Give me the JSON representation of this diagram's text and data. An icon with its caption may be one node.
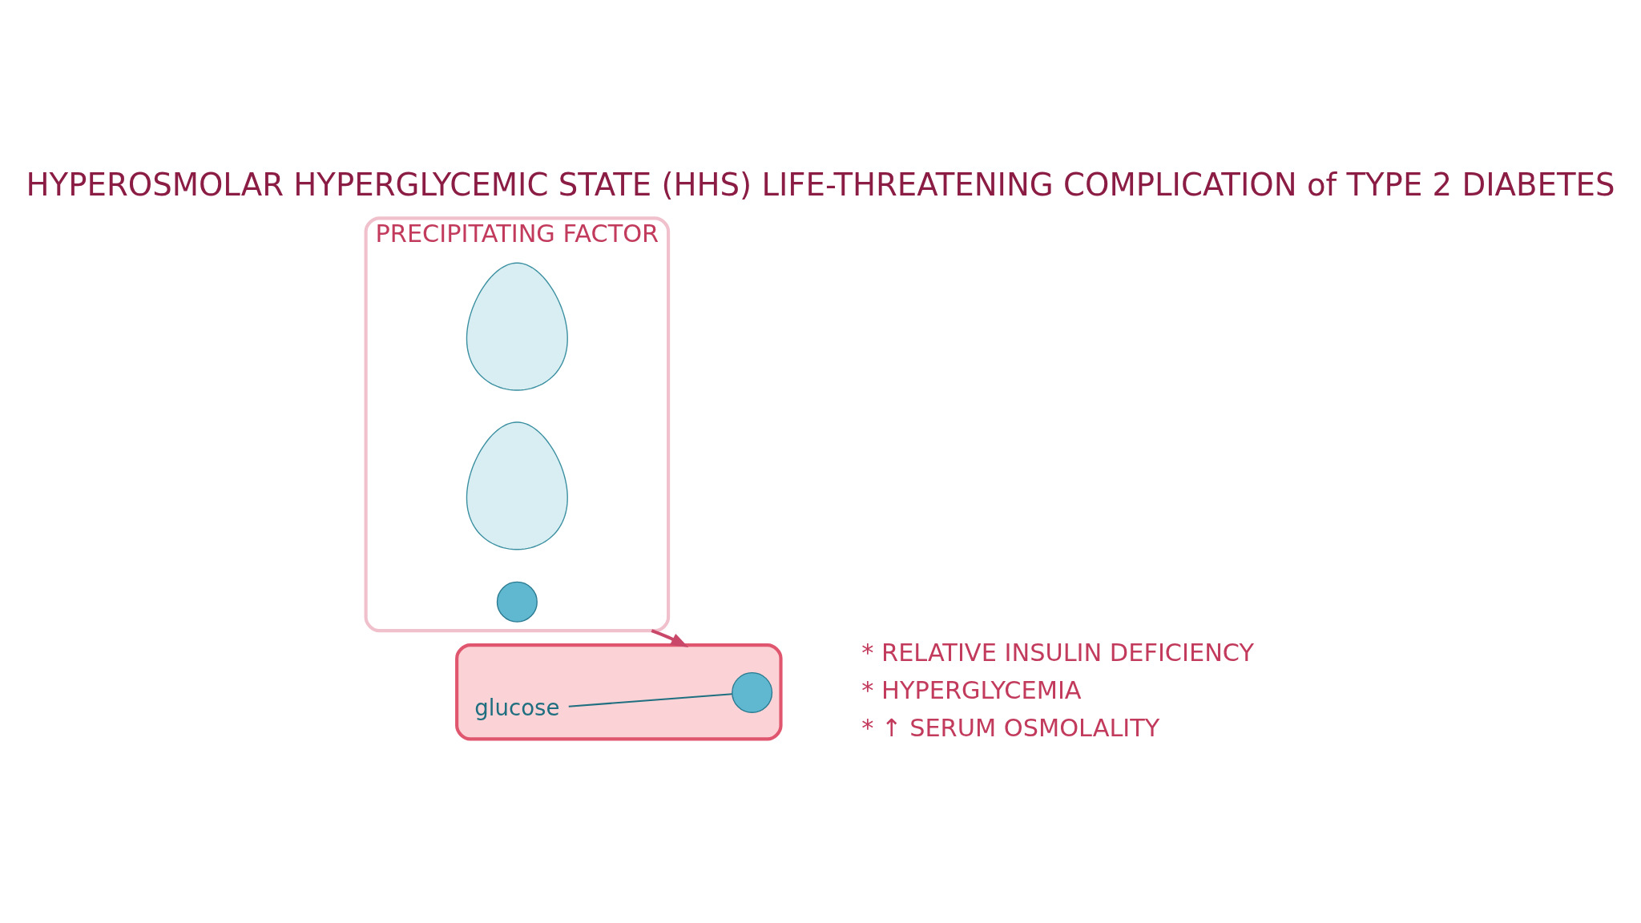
{
  "diagram": {
    "title": "HYPEROSMOLAR HYPERGLYCEMIC STATE (HHS) LIFE-THREATENING COMPLICATION of TYPE 2 DIABETES",
    "nodes": [
      {
        "text": [
          "PRECIPITATING FACTOR"
        ]
      },
      {
        "text": [],
        "shape": "person",
        "in": 0
      },
      {
        "text": [],
        "shape": "person",
        "in": 0
      },
      {
        "text": [],
        "shape": "circle",
        "in": 0
      },
      {
        "text": [],
        "shape": "picture"
      },
      {
        "text": [
          "glucose"
        ],
        "in": 4
      },
      {
        "text": [],
        "shape": "circle",
        "in": 4
      }
    ],
    "edges": [
      {
        "from": 0,
        "to": 4,
        "arrow": "to"
      },
      {
        "from": 5,
        "to": 6,
        "arrow": "none",
        "color": "#1f6f80"
      }
    ],
    "labels": [
      "* RELATIVE INSULIN DEFICIENCY",
      "* HYPERGLYCEMIA",
      "* ↑ SERUM OSMOLALITY"
    ]
  }
}
